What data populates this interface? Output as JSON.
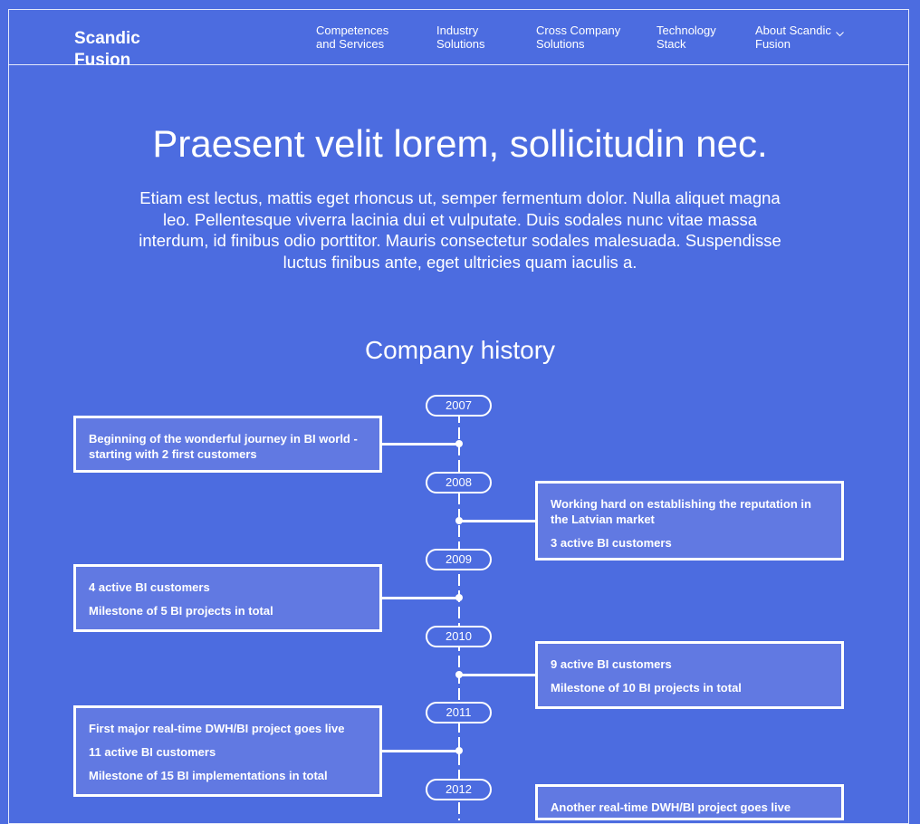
{
  "brand": {
    "name": "Scandic Fusion"
  },
  "nav": {
    "items": [
      {
        "label": "Competences\nand Services"
      },
      {
        "label": "Industry\nSolutions"
      },
      {
        "label": "Cross Company\nSolutions"
      },
      {
        "label": "Technology\nStack"
      },
      {
        "label": "About Scandic\nFusion",
        "has_dropdown": true
      }
    ]
  },
  "hero": {
    "title": "Praesent velit lorem, sollicitudin nec.",
    "text": "Etiam est lectus, mattis eget rhoncus ut, semper fermentum dolor. Nulla aliquet magna leo. Pellentesque viverra lacinia dui et vulputate. Duis sodales nunc vitae massa interdum, id finibus odio porttitor. Mauris consectetur sodales malesuada. Suspendisse luctus finibus ante, eget ultricies quam iaculis a."
  },
  "history": {
    "title": "Company history",
    "entries": [
      {
        "year": "2007",
        "side": "left",
        "lines": [
          "Beginning of the wonderful journey in BI world - starting with 2 first customers"
        ]
      },
      {
        "year": "2008",
        "side": "right",
        "lines": [
          "Working hard on establishing the reputation in the Latvian market",
          "3 active BI customers"
        ]
      },
      {
        "year": "2009",
        "side": "left",
        "lines": [
          "4 active BI customers",
          "Milestone of 5 BI projects in total"
        ]
      },
      {
        "year": "2010",
        "side": "right",
        "lines": [
          "9 active BI customers",
          "Milestone of 10 BI projects in total"
        ]
      },
      {
        "year": "2011",
        "side": "left",
        "lines": [
          "First major real-time DWH/BI project goes live",
          "11 active BI customers",
          "Milestone of 15 BI implementations in total"
        ]
      },
      {
        "year": "2012",
        "side": "right",
        "lines": [
          "Another real-time DWH/BI project goes live"
        ]
      }
    ]
  },
  "colors": {
    "background": "#4c6ce0",
    "card": "#6179e2",
    "foreground": "#ffffff"
  },
  "icons": {
    "dropdown": "chevron-down-icon"
  }
}
